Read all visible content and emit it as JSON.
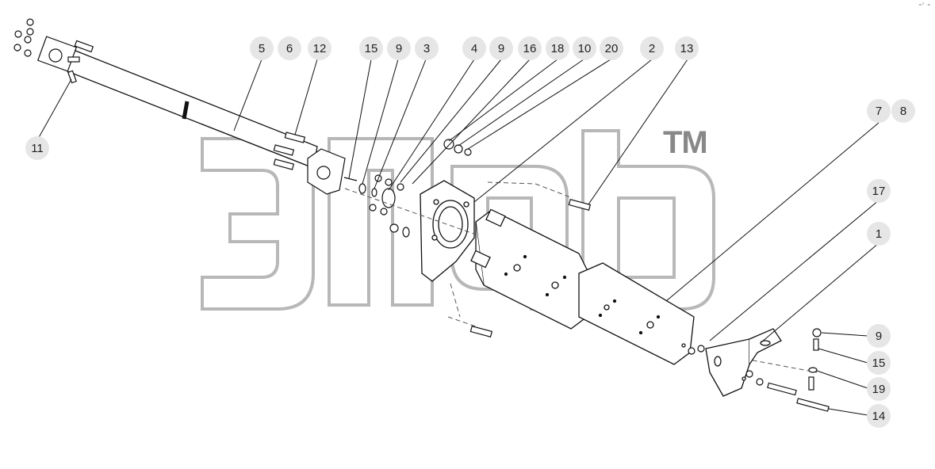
{
  "watermark": {
    "tm": "TM"
  },
  "corner_note": "=° ≈",
  "callouts": {
    "c11": "11",
    "c5": "5",
    "c6": "6",
    "c12": "12",
    "c15a": "15",
    "c9a": "9",
    "c3": "3",
    "c4": "4",
    "c9b": "9",
    "c16": "16",
    "c18": "18",
    "c10": "10",
    "c20": "20",
    "c2": "2",
    "c13": "13",
    "c7": "7",
    "c8": "8",
    "c17": "17",
    "c1": "1",
    "c9c": "9",
    "c15b": "15",
    "c19": "19",
    "c14": "14"
  }
}
